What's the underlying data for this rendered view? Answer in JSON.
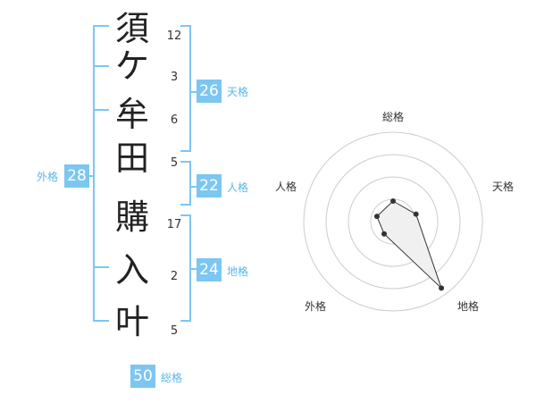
{
  "name_chars": [
    "須",
    "ケ",
    "牟",
    "田",
    "購",
    "入",
    "叶"
  ],
  "stroke_counts": [
    "12",
    "3",
    "6",
    "5",
    "17",
    "2",
    "5"
  ],
  "fortunes": {
    "tenkaku": {
      "value": "26",
      "label": "天格"
    },
    "jinkaku": {
      "value": "22",
      "label": "人格"
    },
    "chikaku": {
      "value": "24",
      "label": "地格"
    },
    "gaikaku": {
      "value": "28",
      "label": "外格"
    },
    "soukaku": {
      "value": "50",
      "label": "総格"
    }
  },
  "chart_data": {
    "type": "radar",
    "axes": [
      "総格",
      "天格",
      "地格",
      "外格",
      "人格"
    ],
    "values": [
      0.23,
      0.27,
      0.92,
      0.17,
      0.19
    ],
    "rings": 4,
    "colors": {
      "accent": "#7cc6f2",
      "ring": "#cccccc",
      "fill": "#f0f0f0"
    }
  }
}
